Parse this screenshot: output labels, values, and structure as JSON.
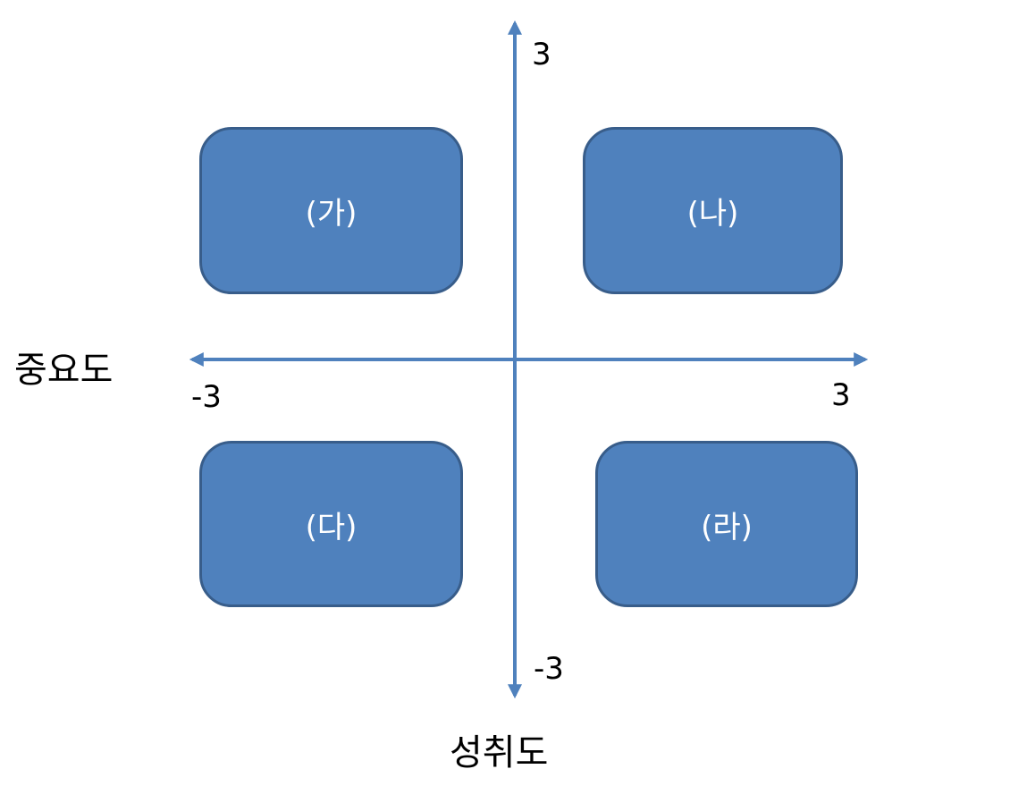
{
  "axes": {
    "horizontal": {
      "title": "중요도",
      "min_label": "-3",
      "max_label": "3"
    },
    "vertical": {
      "title": "성취도",
      "min_label": "-3",
      "max_label": "3"
    }
  },
  "quadrants": {
    "top_left": "(가)",
    "top_right": "(나)",
    "bottom_left": "(다)",
    "bottom_right": "(라)"
  },
  "colors": {
    "box_fill": "#4f81bd",
    "box_border": "#385d8a",
    "axis": "#4f81bd",
    "box_text": "#ffffff"
  }
}
